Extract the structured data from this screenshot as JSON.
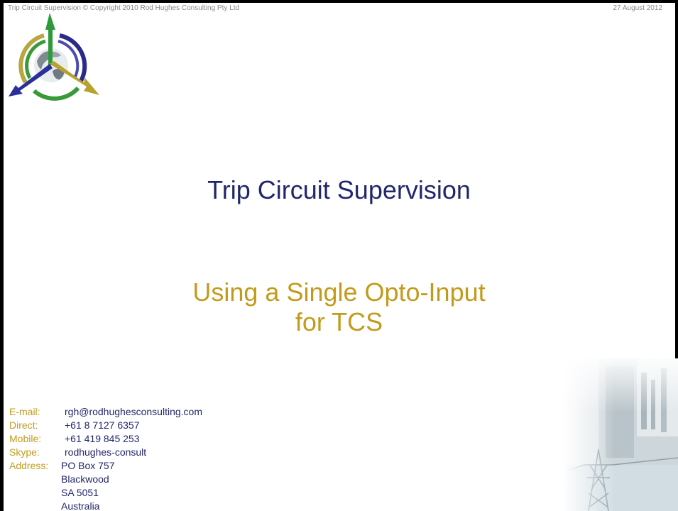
{
  "header": {
    "left_text": "Trip Circuit Supervision © Copyright 2010  Rod Hughes  Consulting Pty Ltd",
    "date": "27 August 2012"
  },
  "title": "Trip Circuit Supervision",
  "subtitle": {
    "line1": "Using a Single Opto-Input",
    "line2": "for TCS"
  },
  "contact": {
    "email_label": "E-mail:",
    "email": "rgh@rodhughesconsulting.com",
    "direct_label": "Direct:",
    "direct": "+61 8 7127 6357",
    "mobile_label": "Mobile:",
    "mobile": "+61 419 845 253",
    "skype_label": "Skype:",
    "skype": "rodhughes-consult",
    "address_label": "Address:",
    "address": [
      "PO Box 757",
      "Blackwood",
      "SA 5051",
      "Australia"
    ]
  },
  "colors": {
    "title": "#22276c",
    "accent": "#c39b1c",
    "header_text": "#8a8a8a"
  },
  "icons": {
    "logo": "globe-with-tricolor-arrows-logo",
    "photo": "substation-pylon-photo"
  }
}
